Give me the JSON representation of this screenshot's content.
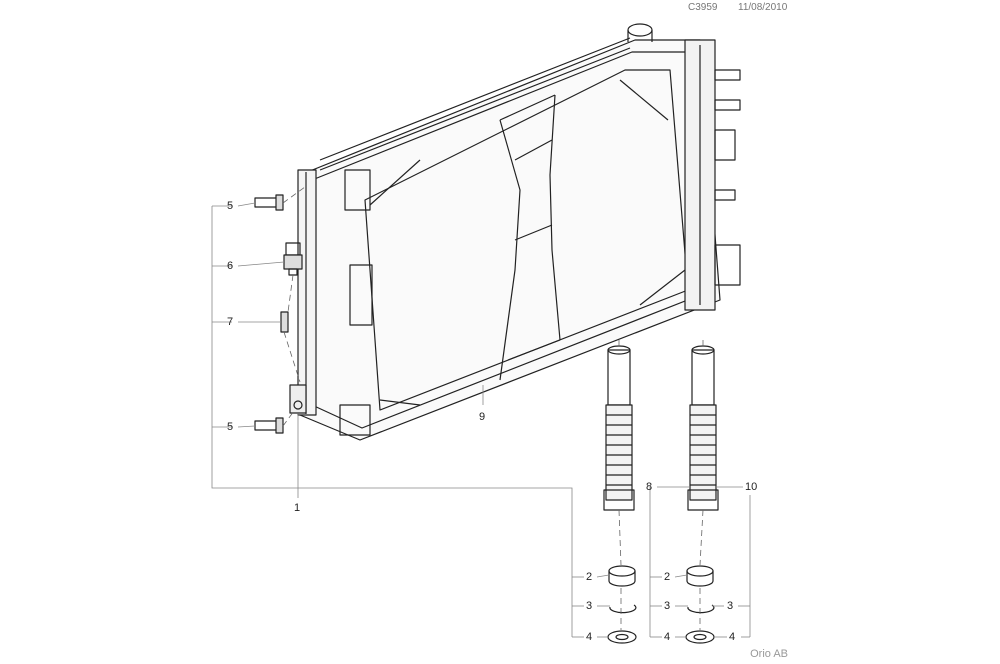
{
  "header": {
    "drawing_code": "C3959",
    "date": "11/08/2010"
  },
  "footer": {
    "publisher": "Orio AB"
  },
  "callouts": {
    "c5_top": "5",
    "c6": "6",
    "c7": "7",
    "c5_bottom": "5",
    "c1": "1",
    "c9": "9",
    "c8": "8",
    "c10": "10",
    "c2_left": "2",
    "c3_left": "3",
    "c4_left": "4",
    "c2_right": "2",
    "c3_right": "3",
    "c4_right": "4",
    "c3_far": "3",
    "c4_far": "4"
  }
}
